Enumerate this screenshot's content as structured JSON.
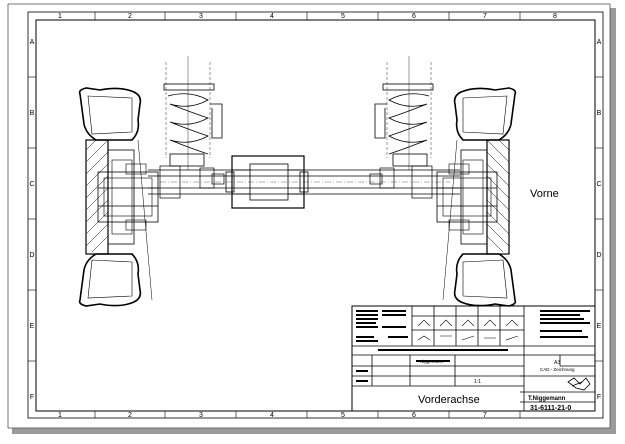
{
  "drawing": {
    "column_labels": [
      "1",
      "2",
      "3",
      "4",
      "5",
      "6",
      "7",
      "8"
    ],
    "row_labels": [
      "A",
      "B",
      "C",
      "D",
      "E",
      "F"
    ],
    "direction_label": "Vorne"
  },
  "title_block": {
    "scale": "1:1",
    "drawing_title": "Vorderachse",
    "company": "T.Niggemann",
    "cad_note": "CAD - Zeichnung",
    "drawing_number": "31-6111-21-0",
    "sheet_size": "A3",
    "author": "Niggemann"
  },
  "colors": {
    "line": "#000000",
    "page_shadow": "#9a9a9a"
  }
}
